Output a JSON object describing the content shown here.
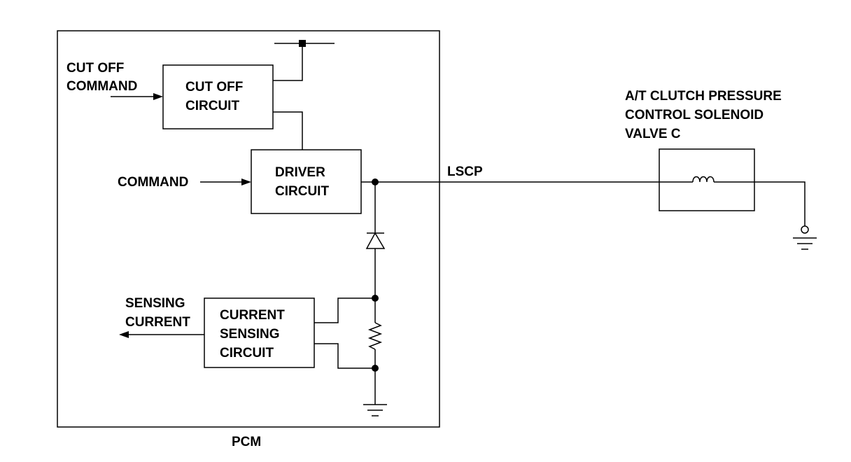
{
  "labels": {
    "cut_off_command": [
      "CUT OFF",
      "COMMAND"
    ],
    "cut_off_circuit": [
      "CUT OFF",
      "CIRCUIT"
    ],
    "command": "COMMAND",
    "driver_circuit": [
      "DRIVER",
      "CIRCUIT"
    ],
    "lscp": "LSCP",
    "solenoid": [
      "A/T CLUTCH PRESSURE",
      "CONTROL SOLENOID",
      "VALVE C"
    ],
    "sensing_current": [
      "SENSING",
      "CURRENT"
    ],
    "current_sensing_circuit": [
      "CURRENT",
      "SENSING",
      "CIRCUIT"
    ],
    "pcm": "PCM"
  }
}
